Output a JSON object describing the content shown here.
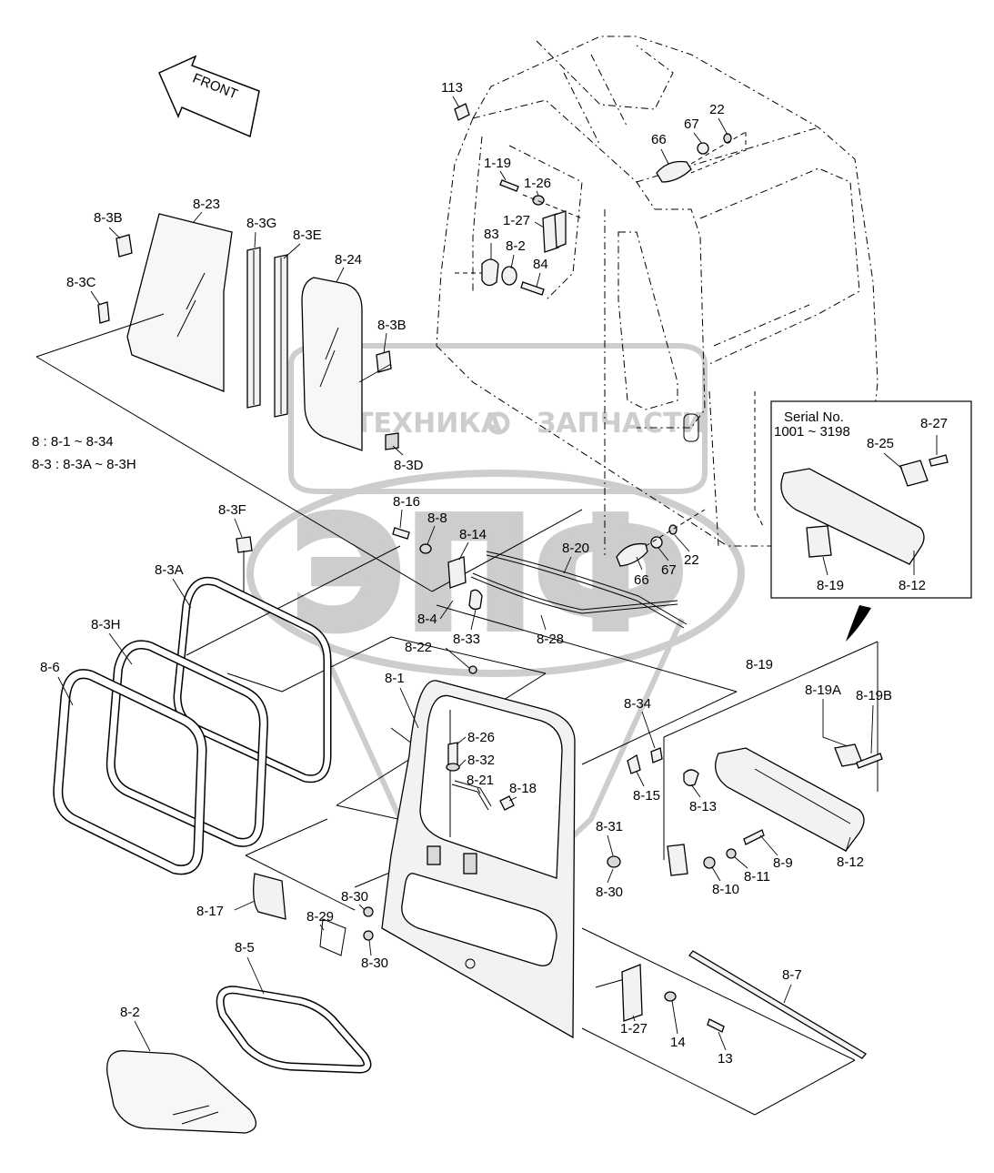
{
  "front_arrow": {
    "label": "FRONT"
  },
  "watermark": {
    "text_left": "ТЕХНИКА",
    "text_right": "ЗАПЧАСТИ",
    "logo": "ЭПФ"
  },
  "notes": {
    "line1": "8 : 8-1 ~ 8-34",
    "line2": "8-3 : 8-3A ~ 8-3H"
  },
  "inset": {
    "title_line1": "Serial No.",
    "title_line2": "1001 ~ 3198",
    "callouts": [
      "8-27",
      "8-25",
      "8-19",
      "8-12"
    ]
  },
  "callouts": {
    "c113": "113",
    "c22a": "22",
    "c67a": "67",
    "c66a": "66",
    "c119": "1-19",
    "c126": "1-26",
    "c127a": "1-27",
    "c83": "83",
    "c82": "8-2",
    "c84": "84",
    "c823": "8-23",
    "c83b1": "8-3B",
    "c83g": "8-3G",
    "c83e": "8-3E",
    "c824": "8-24",
    "c83c": "8-3C",
    "c83b2": "8-3B",
    "c83d": "8-3D",
    "c83f": "8-3F",
    "c816": "8-16",
    "c88": "8-8",
    "c814": "8-14",
    "c820": "8-20",
    "c66b": "66",
    "c67b": "67",
    "c22b": "22",
    "c84b": "8-4",
    "c833": "8-33",
    "c828": "8-28",
    "c83a": "8-3A",
    "c83h": "8-3H",
    "c86": "8-6",
    "c822": "8-22",
    "c81": "8-1",
    "c826": "8-26",
    "c832": "8-32",
    "c821": "8-21",
    "c818": "8-18",
    "c834": "8-34",
    "c815": "8-15",
    "c819": "8-19",
    "c819a": "8-19A",
    "c819b": "8-19B",
    "c813": "8-13",
    "c812": "8-12",
    "c89": "8-9",
    "c811": "8-11",
    "c810": "8-10",
    "c831": "8-31",
    "c830a": "8-30",
    "c830b": "8-30",
    "c830c": "8-30",
    "c817": "8-17",
    "c829": "8-29",
    "c85": "8-5",
    "c87": "8-7",
    "c127b": "1-27",
    "c14": "14",
    "c13": "13"
  }
}
